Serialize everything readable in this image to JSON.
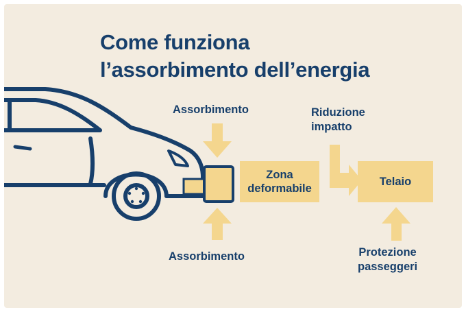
{
  "title": {
    "line1": "Come funziona",
    "line2": "l’assorbimento dell’energia"
  },
  "labels": {
    "assorbimento_top": "Assorbimento",
    "assorbimento_bottom": "Assorbimento",
    "riduzione_line1": "Riduzione",
    "riduzione_line2": "impatto",
    "protezione_line1": "Protezione",
    "protezione_line2": "passeggeri"
  },
  "boxes": {
    "zona_line1": "Zona",
    "zona_line2": "deformabile",
    "telaio": "Telaio"
  },
  "colors": {
    "background": "#f3ece0",
    "navy": "#173f6b",
    "accent": "#f4d68e"
  }
}
